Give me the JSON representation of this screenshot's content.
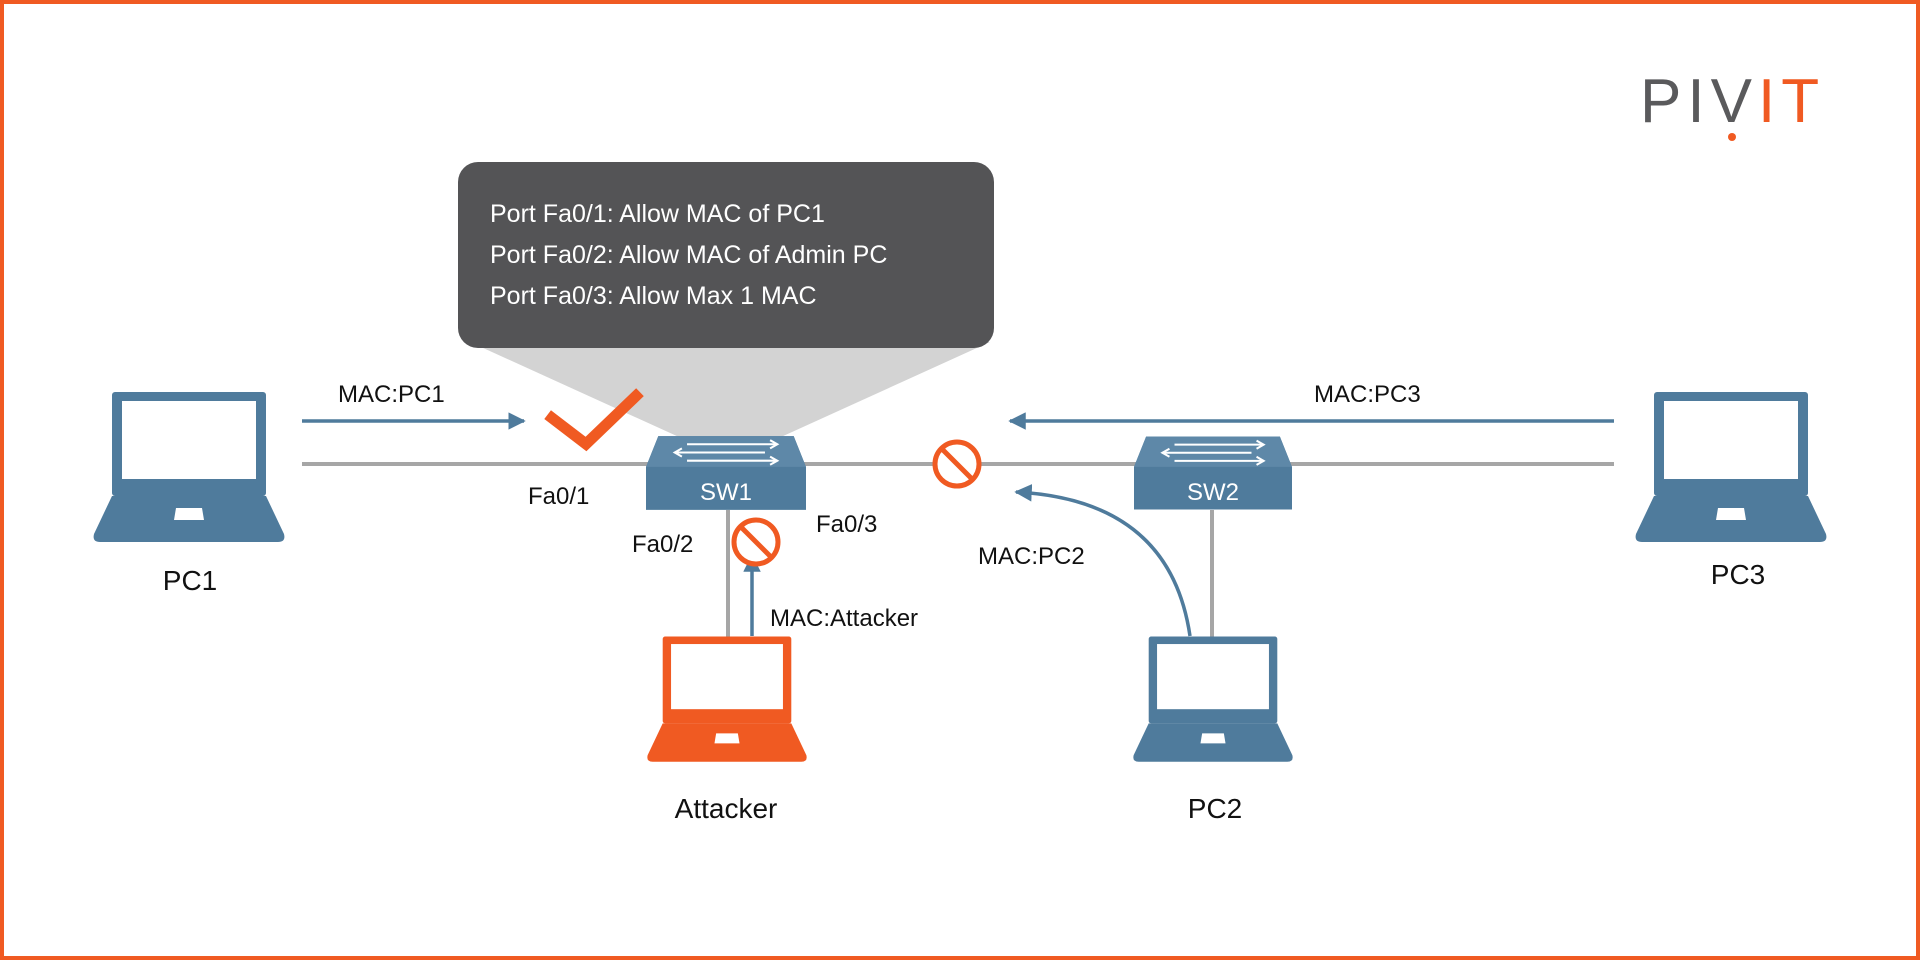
{
  "brand": {
    "logo_text": "PIVIT",
    "logo_left": "PIV",
    "logo_right": "IT",
    "colors": {
      "orange": "#f05a22",
      "blue": "#4f7b9c",
      "panel": "#545456",
      "link_gray": "#a6a6a6",
      "logo_gray": "#5a5a5c"
    }
  },
  "policy_box": {
    "lines": [
      "Port Fa0/1: Allow MAC of PC1",
      "Port Fa0/2: Allow MAC of Admin PC",
      "Port Fa0/3: Allow Max 1 MAC"
    ]
  },
  "devices": {
    "pc1": "PC1",
    "pc2": "PC2",
    "pc3": "PC3",
    "attacker": "Attacker",
    "sw1": "SW1",
    "sw2": "SW2"
  },
  "ports": {
    "fa01": "Fa0/1",
    "fa02": "Fa0/2",
    "fa03": "Fa0/3"
  },
  "frames": {
    "pc1": "MAC:PC1",
    "pc2": "MAC:PC2",
    "pc3": "MAC:PC3",
    "attacker": "MAC:Attacker"
  },
  "icons": {
    "allowed": "checkmark-icon",
    "blocked": "prohibited-icon",
    "device": "laptop-icon",
    "switch": "switch-icon"
  }
}
